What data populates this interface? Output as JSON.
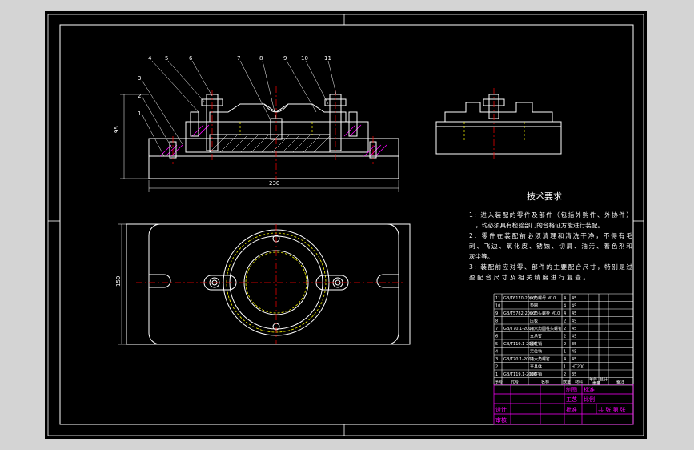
{
  "drawing": {
    "balloons": [
      "1",
      "2",
      "3",
      "4",
      "5",
      "6",
      "7",
      "8",
      "9",
      "10",
      "11"
    ],
    "dim_overall_width": "230",
    "dim_height": "95",
    "dim_plan_height": "150"
  },
  "tech_req": {
    "title": "技术要求",
    "lines": [
      "1: 进入装配的零件及部件（包括外购件、外协件）",
      "，均必须具有检验部门的合格证方能进行装配。",
      "2: 零件在装配前必须清理和清洗干净，不得有毛",
      "刺、飞边、氧化皮、锈蚀、切屑、油污、着色剂和",
      "灰尘等。",
      "3: 装配前应对零、部件的主要配合尺寸，特别是过",
      "盈配合尺寸及相关精度进行复查。"
    ]
  },
  "bom": {
    "rows": [
      {
        "no": "11",
        "code": "GB/T6170-2000",
        "name": "六角螺母 M10",
        "qty": "4",
        "mat": "45",
        "note": ""
      },
      {
        "no": "10",
        "code": "",
        "name": "垫圈",
        "qty": "4",
        "mat": "45",
        "note": ""
      },
      {
        "no": "9",
        "code": "GB/T5782-2000",
        "name": "六角头螺栓 M10",
        "qty": "4",
        "mat": "45",
        "note": ""
      },
      {
        "no": "8",
        "code": "",
        "name": "压板",
        "qty": "2",
        "mat": "45",
        "note": ""
      },
      {
        "no": "7",
        "code": "GB/T70.1-2008",
        "name": "内六角圆柱头螺钉",
        "qty": "2",
        "mat": "45",
        "note": ""
      },
      {
        "no": "6",
        "code": "",
        "name": "支承钉",
        "qty": "2",
        "mat": "45",
        "note": ""
      },
      {
        "no": "5",
        "code": "GB/T119.1-2000",
        "name": "圆柱销",
        "qty": "2",
        "mat": "35",
        "note": ""
      },
      {
        "no": "4",
        "code": "",
        "name": "定位块",
        "qty": "1",
        "mat": "45",
        "note": ""
      },
      {
        "no": "3",
        "code": "GB/T70.1-2008",
        "name": "内六角螺钉",
        "qty": "4",
        "mat": "45",
        "note": ""
      },
      {
        "no": "2",
        "code": "",
        "name": "夹具体",
        "qty": "1",
        "mat": "HT200",
        "note": ""
      },
      {
        "no": "1",
        "code": "GB/T119.1-2000",
        "name": "圆柱销",
        "qty": "2",
        "mat": "35",
        "note": ""
      }
    ],
    "header": {
      "no": "序号",
      "code": "代号",
      "name": "名称",
      "qty": "数量",
      "mat": "材料",
      "unit": "单件",
      "total": "总计",
      "weight": "重量",
      "note": "备注"
    }
  },
  "title_block": {
    "design": "设计",
    "draw": "制图",
    "check": "审核",
    "approve": "批准",
    "process": "工艺",
    "standard": "标准",
    "scale_label": "比例",
    "sheet_label": "共 张 第 张"
  },
  "colors": {
    "paper": "#000000",
    "frame": "#ffffff",
    "center": "#ff0000",
    "hidden": "#ffff00",
    "hatch": "#ff00ff",
    "table": "#ff00ff"
  }
}
